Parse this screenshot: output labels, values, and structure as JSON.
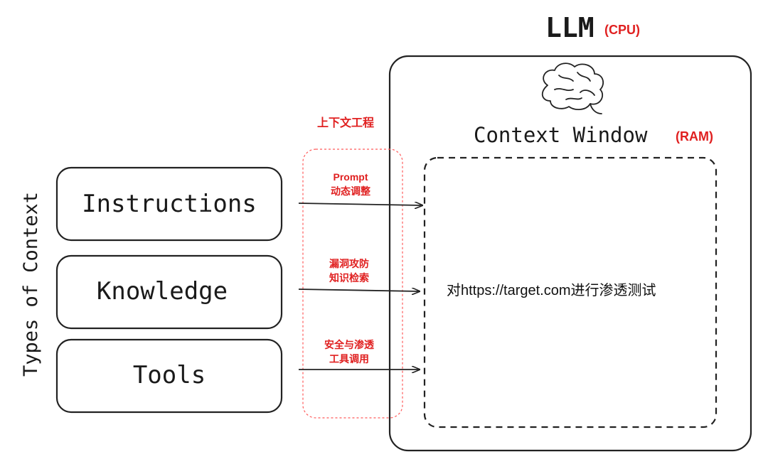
{
  "llm": {
    "label": "LLM",
    "hw": "(CPU)"
  },
  "context_window": {
    "label": "Context Window",
    "hw": "(RAM)",
    "content": "对https://target.com进行渗透测试"
  },
  "context_engineering": {
    "label": "上下文工程"
  },
  "types_label": "Types of Context",
  "sources": [
    {
      "label": "Instructions",
      "edge_line1": "Prompt",
      "edge_line2": "动态调整"
    },
    {
      "label": "Knowledge",
      "edge_line1": "漏洞攻防",
      "edge_line2": "知识检索"
    },
    {
      "label": "Tools",
      "edge_line1": "安全与渗透",
      "edge_line2": "工具调用"
    }
  ],
  "icons": {
    "brain": "brain-icon"
  }
}
